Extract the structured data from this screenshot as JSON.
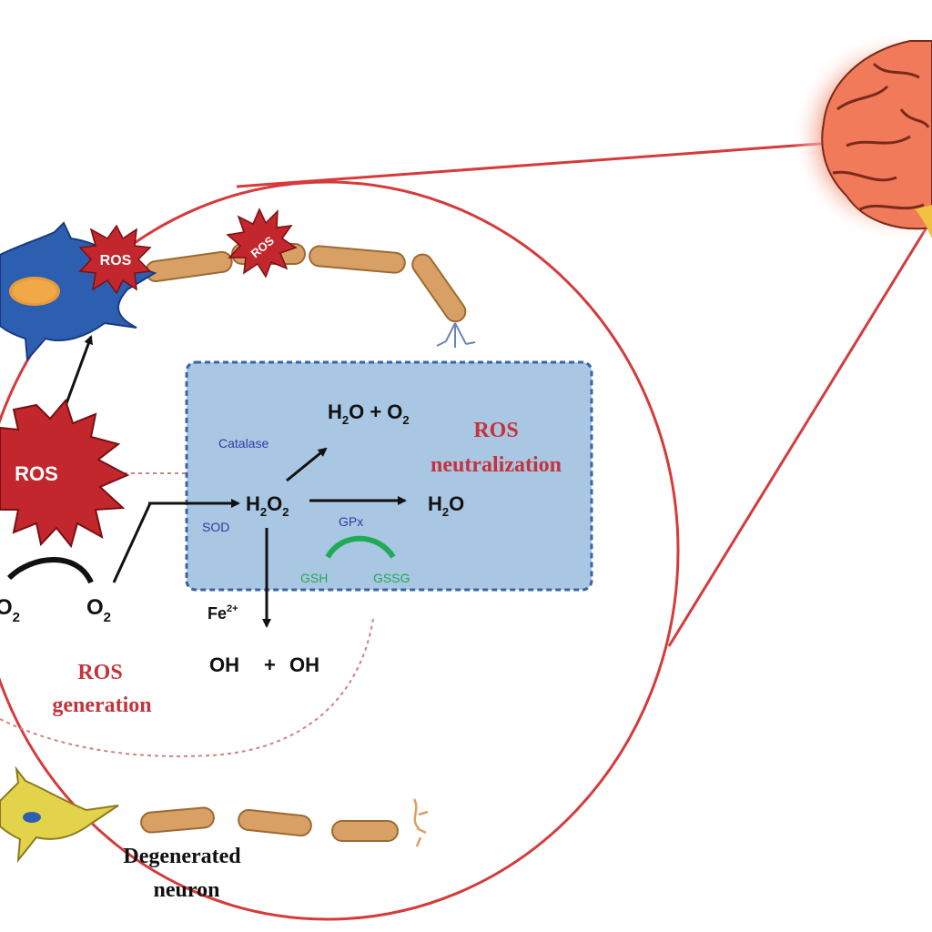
{
  "colors": {
    "ellipse_outline": "#d63a3a",
    "ros_burst": "#c1272d",
    "ros_label_red": "#c4333c",
    "panel_fill": "#a9c6e3",
    "panel_border": "#3a64a8",
    "enzyme_blue": "#2b3fa0",
    "glutathione_green": "#1faa55",
    "healthy_neuron": "#2d5fb0",
    "degenerated_neuron": "#e2d34a",
    "axon_segment": "#d9a066",
    "brain_fill": "#f08060"
  },
  "top_neuron": {
    "burst_labels": [
      "ROS",
      "ROS"
    ]
  },
  "ros_generation": {
    "burst_label": "ROS",
    "reactant": "O",
    "reactant_sub": "2",
    "product": "O",
    "product_sub": "2",
    "title_line1": "ROS",
    "title_line2": "generation",
    "iron": "Fe",
    "iron_sup": "2+",
    "hydroxyl_1": "OH",
    "hydroxyl_plus": "+",
    "hydroxyl_2": "OH"
  },
  "ros_neutralization": {
    "title_line1": "ROS",
    "title_line2": "neutralization",
    "sod": "SOD",
    "catalase": "Catalase",
    "gpx": "GPx",
    "gsh": "GSH",
    "gssg": "GSSG",
    "h2o2_H": "H",
    "h2o2_sub1": "2",
    "h2o2_O": "O",
    "h2o2_sub2": "2",
    "cat_product_H": "H",
    "cat_product_sub1": "2",
    "cat_product_rest": "O + O",
    "cat_product_sub2": "2",
    "gpx_product_H": "H",
    "gpx_product_sub": "2",
    "gpx_product_O": "O"
  },
  "degenerated": {
    "label_line1": "Degenerated",
    "label_line2": "neuron"
  }
}
